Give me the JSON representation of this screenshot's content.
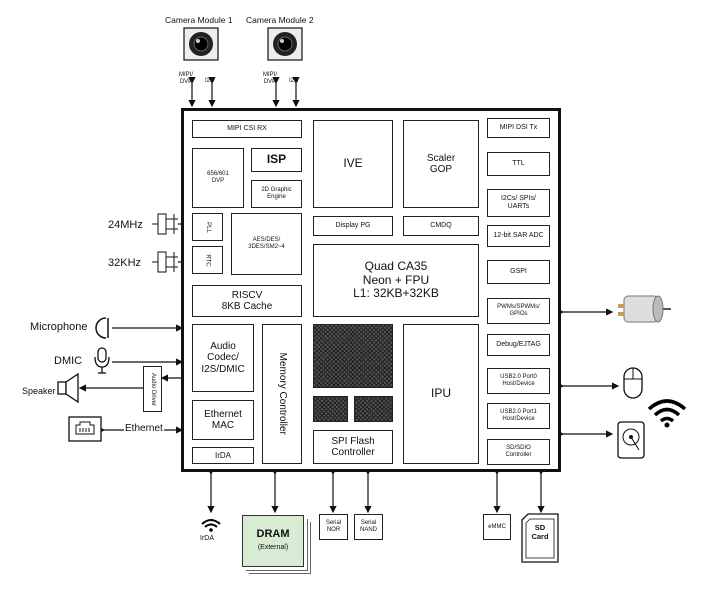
{
  "cameras": [
    {
      "label": "Camera Module 1",
      "iface_left": "MIPI/\nDVP",
      "iface_right": "I2C"
    },
    {
      "label": "Camera Module 2",
      "iface_left": "MIPI/\nDVP",
      "iface_right": "I2C"
    }
  ],
  "left_labels": {
    "osc24": "24MHz",
    "osc32": "32KHz",
    "microphone": "Microphone",
    "dmic": "DMIC",
    "speaker": "Speaker",
    "ethernet": "Ethernet",
    "audio_driver": "Audio Driver"
  },
  "blocks": {
    "mipi_csi_rx": "MIPI CSI RX",
    "dvp": "656/601\nDVP",
    "isp": "ISP",
    "graphic_engine": "2D Graphic\nEngine",
    "ive": "IVE",
    "scaler": "Scaler\nGOP",
    "pll": "PLL",
    "rtc": "RTC",
    "aes": "AES/DES/\n3DES/SM2~4",
    "display_pg": "Display PG",
    "cmdq": "CMDQ",
    "cpu": "Quad CA35\nNeon + FPU\nL1: 32KB+32KB",
    "riscv": "RISCV\n8KB Cache",
    "audio_codec": "Audio\nCodec/\nI2S/DMIC",
    "memory_controller": "Memory Controller",
    "ethernet_mac": "Ethernet\nMAC",
    "irda": "IrDA",
    "ipu": "IPU",
    "spi_flash": "SPI Flash\nController",
    "mipi_dsi_tx": "MIPI DSI Tx",
    "ttl": "TTL",
    "i2c_spi_uart": "I2Cs/ SPIs/\nUARTs",
    "sar_adc": "12-bit SAR ADC",
    "gspi": "GSPI",
    "pwm": "PWMs/SPWMs/\nGPIOs",
    "debug": "Debug/EJTAG",
    "usb0": "USB2.0 Port0\nHost/Device",
    "usb1": "USB2.0 Port1\nHost/Device",
    "sdio": "SD/SDIO\nController"
  },
  "bottom": {
    "irda": "IrDA",
    "dram": "DRAM",
    "dram_sub": "(External)",
    "serial_nor": "Serial\nNOR",
    "serial_nand": "Serial\nNAND",
    "emmc": "eMMC",
    "sd_card": "SD\nCard"
  },
  "icons": [
    "motor-icon",
    "mouse-icon",
    "wifi-icon",
    "hard-disk-icon",
    "microphone-icon",
    "speaker-icon",
    "ethernet-port-icon",
    "camera-icon",
    "sd-card-icon"
  ]
}
